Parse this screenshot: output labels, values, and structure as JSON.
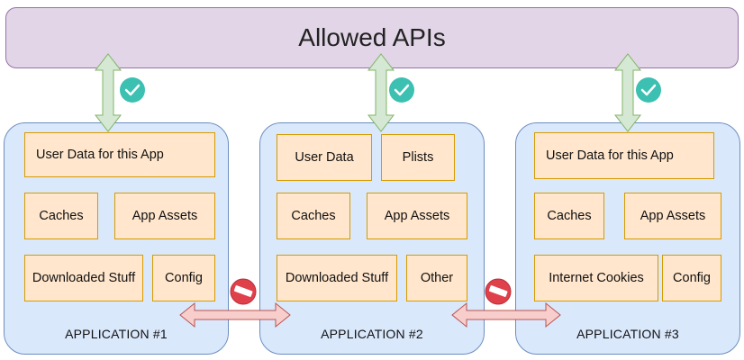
{
  "header": {
    "title": "Allowed APIs"
  },
  "apps": [
    {
      "label": "APPLICATION #1",
      "boxes": {
        "user_data": "User Data for this App",
        "caches": "Caches",
        "assets": "App Assets",
        "downloaded": "Downloaded Stuff",
        "config": "Config"
      }
    },
    {
      "label": "APPLICATION #2",
      "boxes": {
        "user_data": "User Data",
        "plists": "Plists",
        "caches": "Caches",
        "assets": "App Assets",
        "downloaded": "Downloaded Stuff",
        "other": "Other"
      }
    },
    {
      "label": "APPLICATION #3",
      "boxes": {
        "user_data": "User Data for this App",
        "caches": "Caches",
        "assets": "App Assets",
        "cookies": "Internet Cookies",
        "config": "Config"
      }
    }
  ],
  "icons": {
    "allowed": "check-circle-icon",
    "blocked": "no-entry-icon"
  },
  "colors": {
    "api_bar_fill": "#e1d5e7",
    "app_fill": "#dae8fc",
    "box_fill": "#ffe6cc",
    "allowed_arrow": "#d5e8d4",
    "blocked_arrow": "#f8cecc",
    "check": "#3cc0b2",
    "no_entry": "#e0404a"
  }
}
